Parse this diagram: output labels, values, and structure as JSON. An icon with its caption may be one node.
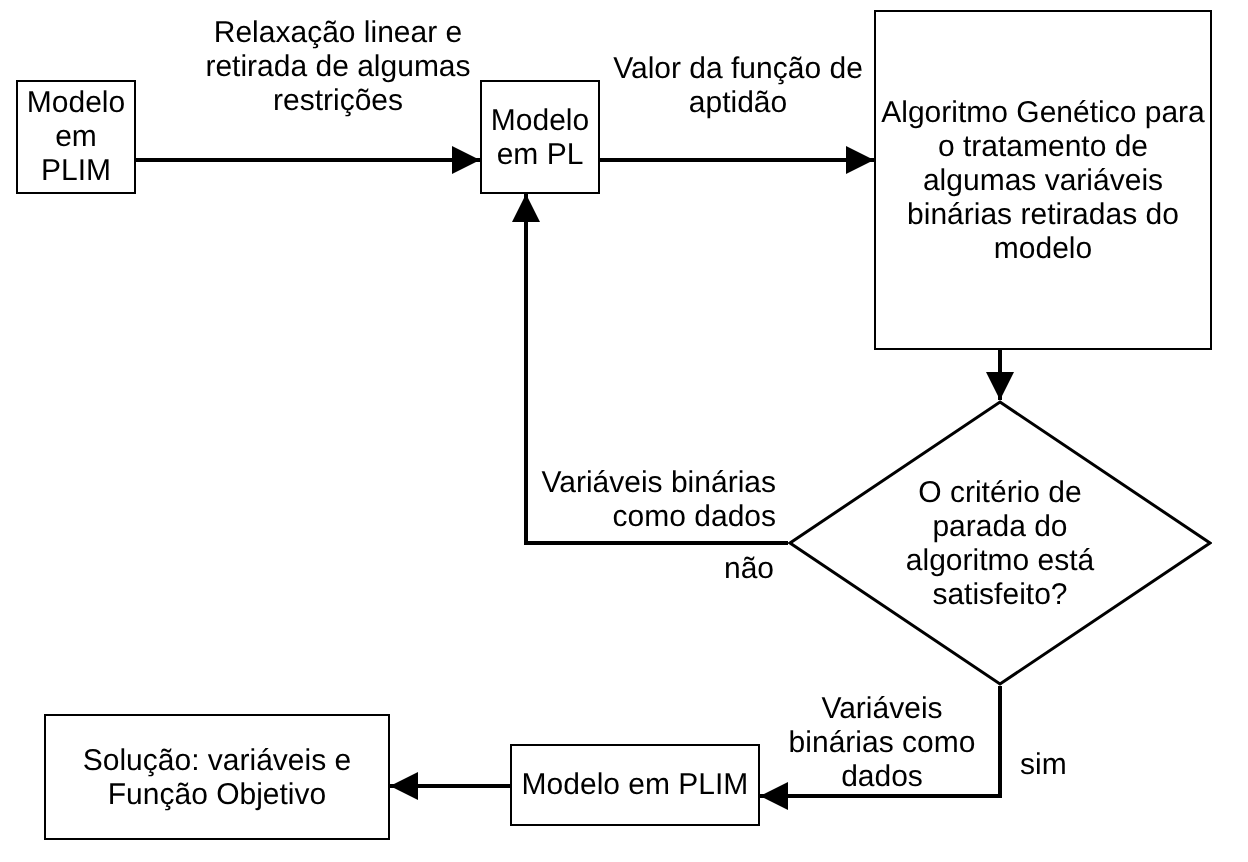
{
  "diagram": {
    "nodes": [
      {
        "text": [
          "Modelo em PLIM"
        ]
      },
      {
        "text": [
          "Modelo em PL"
        ]
      },
      {
        "text": [
          "Algoritmo Genético para o tratamento de algumas variáveis binárias retiradas do modelo"
        ]
      },
      {
        "text": [
          "O critério de parada do algoritmo está satisfeito?"
        ]
      },
      {
        "text": [
          "Modelo em PLIM"
        ]
      },
      {
        "text": [
          "Solução: variáveis e Função Objetivo"
        ]
      }
    ],
    "edges": [
      {
        "from": 0,
        "to": 1,
        "arrow": "to",
        "label": "Relaxação linear e retirada de algumas restrições"
      },
      {
        "from": 1,
        "to": 2,
        "arrow": "to",
        "label": "Valor da função de aptidão"
      },
      {
        "from": 2,
        "to": 3,
        "arrow": "to"
      },
      {
        "from": 3,
        "to": 1,
        "arrow": "to",
        "label": "Variáveis binárias como dados"
      },
      {
        "from": 3,
        "to": 4,
        "arrow": "to",
        "label": "Variáveis binárias como dados"
      },
      {
        "from": 4,
        "to": 5,
        "arrow": "to"
      }
    ],
    "labels": [
      "não",
      "sim"
    ]
  }
}
